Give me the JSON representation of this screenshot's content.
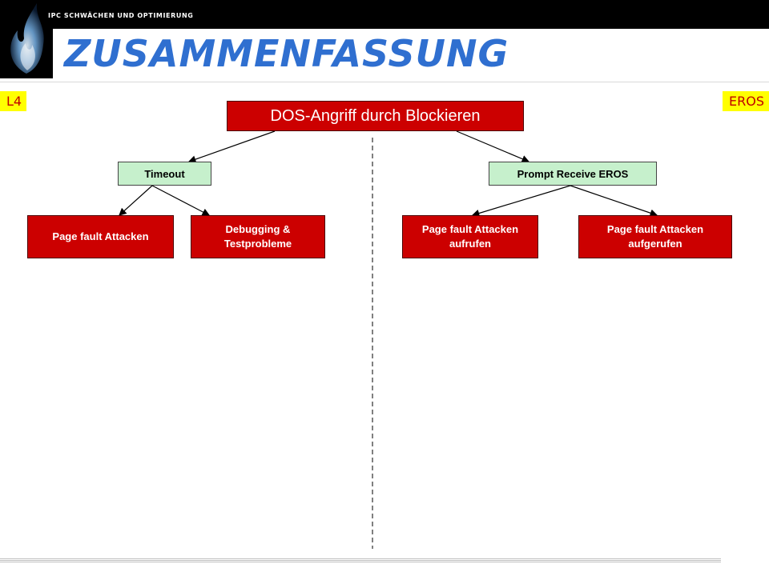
{
  "header": {
    "subtitle": "IPC SCHWÄCHEN UND OPTIMIERUNG",
    "title": "ZUSAMMENFASSUNG",
    "logo_icon": "blue-flame-icon"
  },
  "tags": {
    "left": "L4",
    "right": "EROS"
  },
  "diagram": {
    "root": "DOS-Angriff durch Blockieren",
    "left_branch": {
      "label": "Timeout",
      "children": [
        "Page fault Attacken",
        "Debugging & Testprobleme"
      ]
    },
    "right_branch": {
      "label": "Prompt Receive EROS",
      "children": [
        "Page fault Attacken aufrufen",
        "Page fault Attacken aufgerufen"
      ]
    }
  },
  "colors": {
    "accent": "#cc0000",
    "title": "#2f6fd0",
    "tag_bg": "#ffff00",
    "branch_bg": "#c6f0cc"
  }
}
